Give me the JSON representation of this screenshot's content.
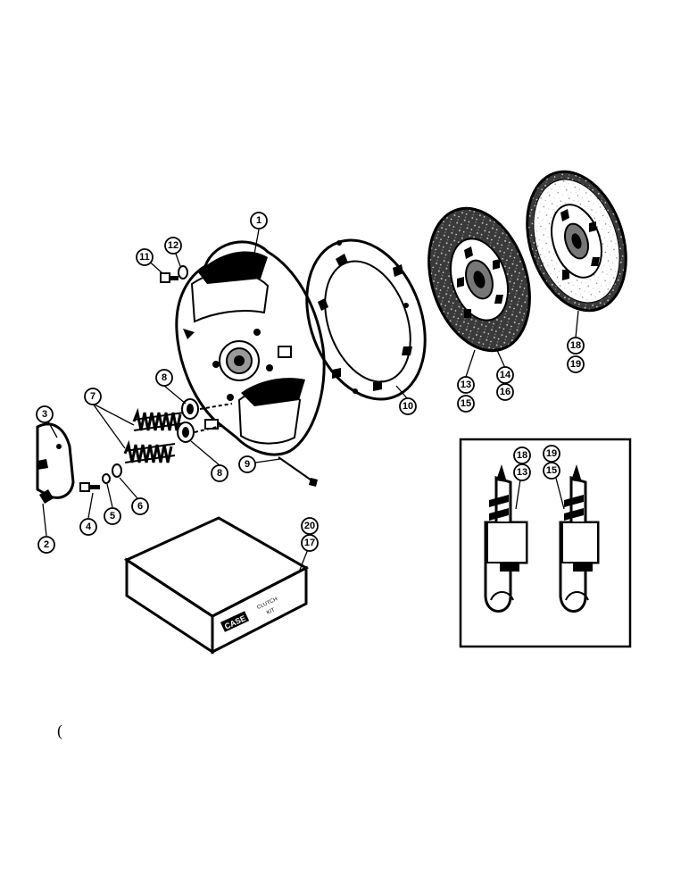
{
  "callouts": {
    "c1": "1",
    "c2": "2",
    "c3": "3",
    "c4": "4",
    "c5": "5",
    "c6": "6",
    "c7": "7",
    "c8a": "8",
    "c8b": "8",
    "c9": "9",
    "c10": "10",
    "c11": "11",
    "c12": "12",
    "c13a": "13",
    "c15a": "15",
    "c14": "14",
    "c16": "16",
    "c18a": "18",
    "c19a": "19",
    "c20": "20",
    "c17": "17",
    "c18b": "18",
    "c13b": "13",
    "c19b": "19",
    "c15b": "15"
  },
  "kit_box_text": {
    "brand": "CASE",
    "line1": "CLUTCH",
    "line2": "KIT"
  },
  "stray_mark": "("
}
